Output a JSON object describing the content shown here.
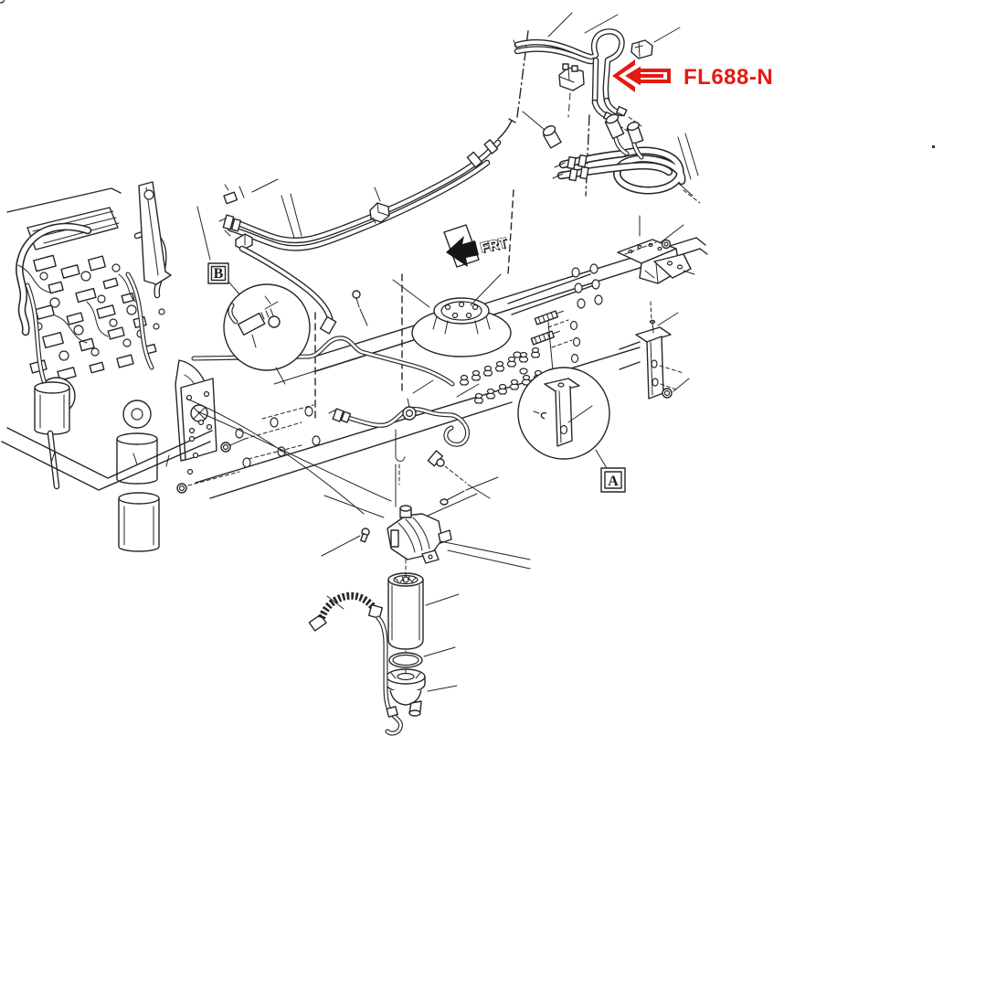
{
  "figure": {
    "background_color": "#ffffff",
    "line_color": "#262626",
    "annotation": {
      "part_label": "FL688-N",
      "color": "#e31b12"
    },
    "direction_indicator": "FRT",
    "callouts": [
      {
        "letter": "A"
      },
      {
        "letter": "B"
      }
    ]
  }
}
